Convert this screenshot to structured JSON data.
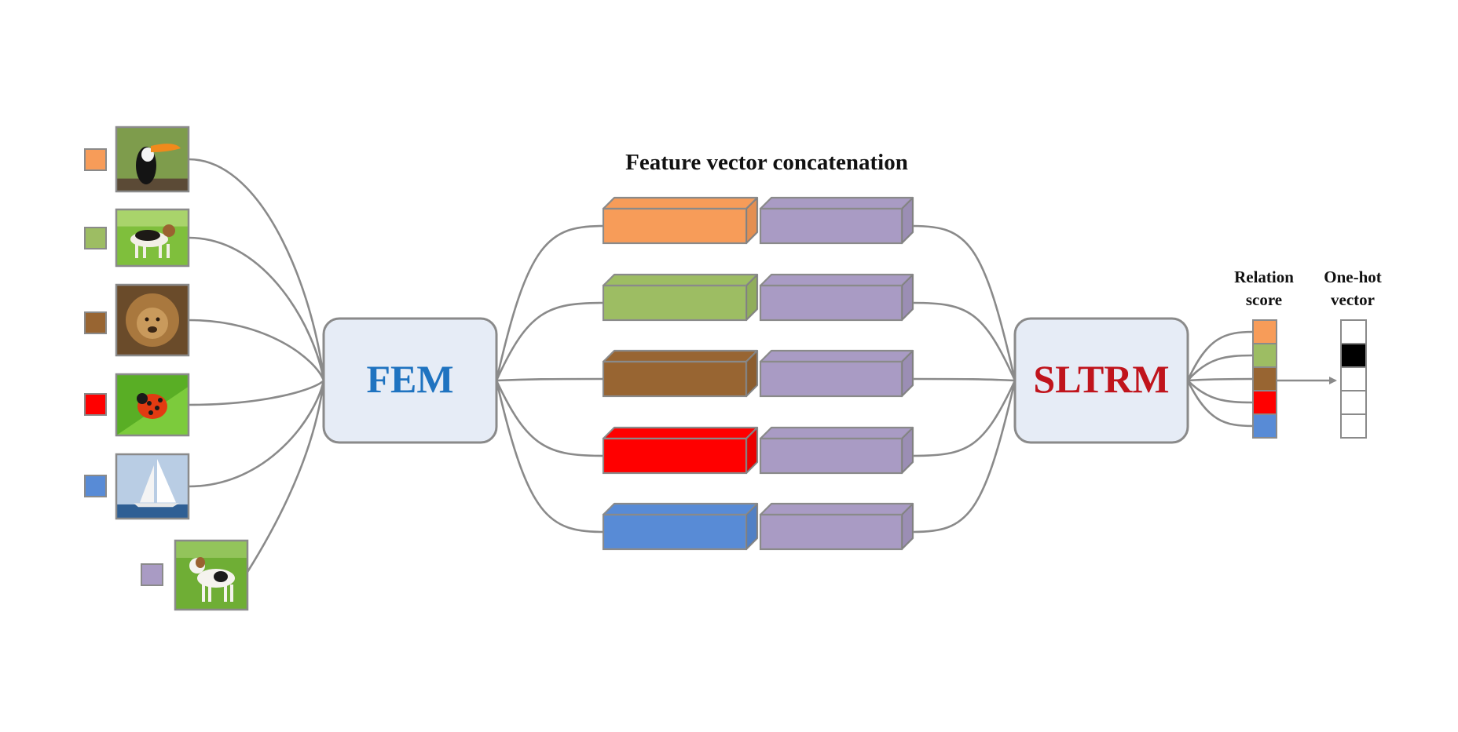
{
  "title": "Feature vector concatenation",
  "modules": {
    "fem": {
      "label": "FEM",
      "color": "#1f73c0",
      "fill": "#e6ecf6"
    },
    "sltrm": {
      "label": "SLTRM",
      "color": "#c0141c",
      "fill": "#e6ecf6"
    }
  },
  "relation_score_label": [
    "Relation",
    "score"
  ],
  "one_hot_label": [
    "One-hot",
    "vector"
  ],
  "support_classes": [
    {
      "color": "#f79c59",
      "image": "toucan"
    },
    {
      "color": "#9dbd63",
      "image": "beagle"
    },
    {
      "color": "#986532",
      "image": "lion"
    },
    {
      "color": "#ff0000",
      "image": "ladybug"
    },
    {
      "color": "#588bd6",
      "image": "sailboat"
    }
  ],
  "query": {
    "color": "#a99bc4",
    "image": "dog"
  },
  "relation_scores": [
    "#f79c59",
    "#9dbd63",
    "#986532",
    "#ff0000",
    "#588bd6"
  ],
  "one_hot": [
    0,
    1,
    0,
    0,
    0
  ]
}
